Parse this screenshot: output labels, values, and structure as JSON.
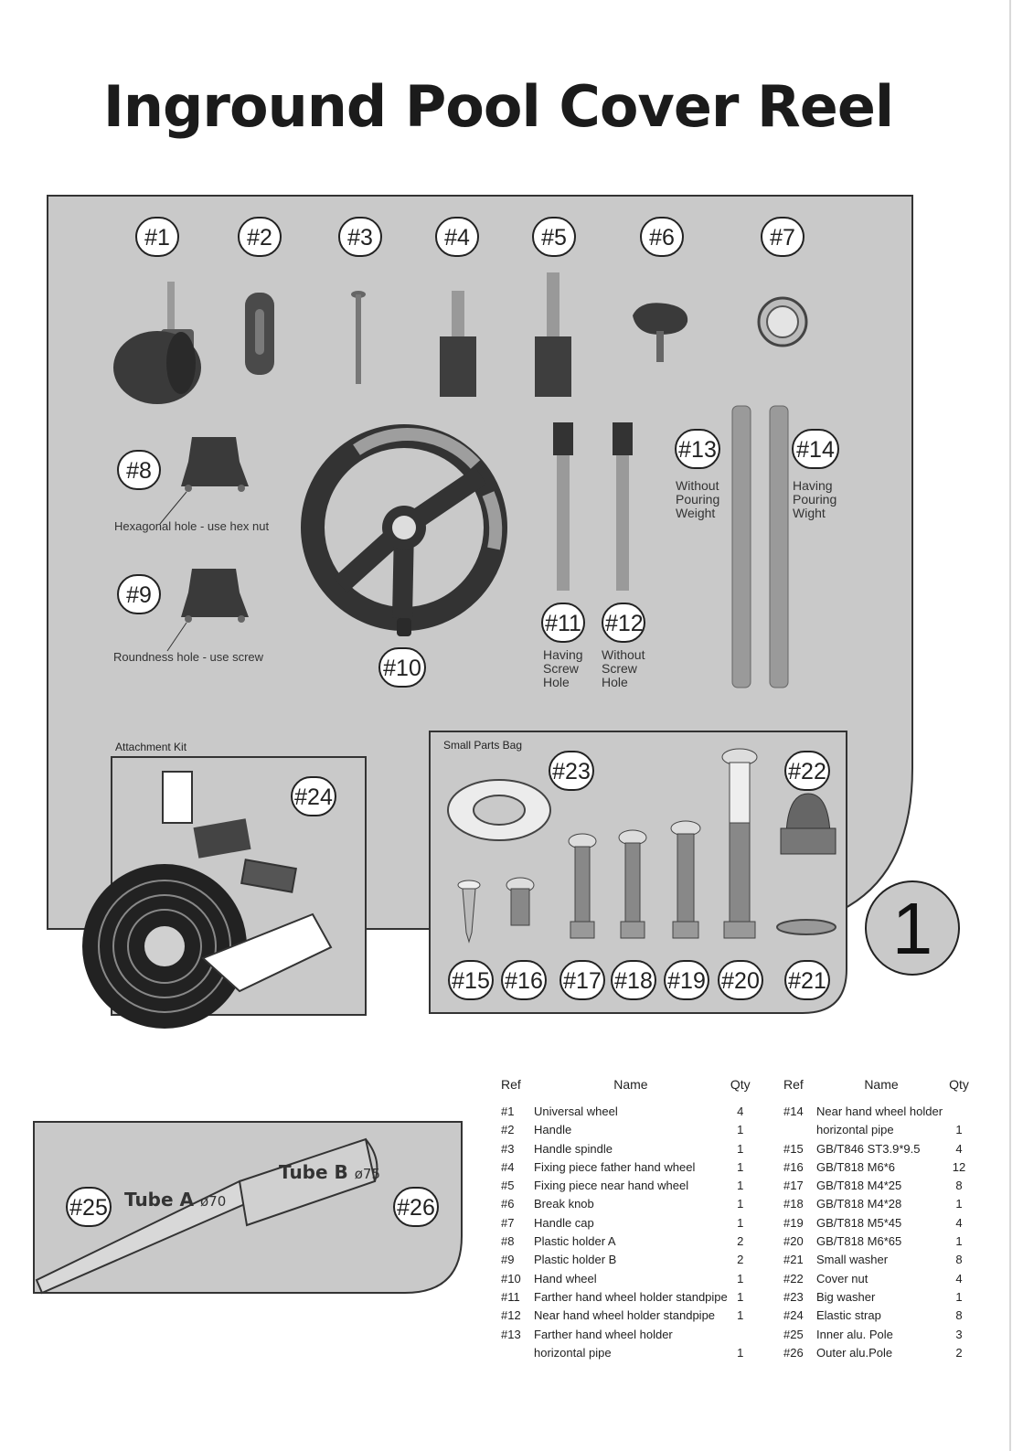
{
  "title": "Inground Pool Cover Reel",
  "page_number": "1",
  "kits": {
    "attachment": "Attachment Kit",
    "small_parts": "Small Parts Bag"
  },
  "refs": {
    "r1": "#1",
    "r2": "#2",
    "r3": "#3",
    "r4": "#4",
    "r5": "#5",
    "r6": "#6",
    "r7": "#7",
    "r8": "#8",
    "r9": "#9",
    "r10": "#10",
    "r11": "#11",
    "r12": "#12",
    "r13": "#13",
    "r14": "#14",
    "r15": "#15",
    "r16": "#16",
    "r17": "#17",
    "r18": "#18",
    "r19": "#19",
    "r20": "#20",
    "r21": "#21",
    "r22": "#22",
    "r23": "#23",
    "r24": "#24",
    "r25": "#25",
    "r26": "#26"
  },
  "captions": {
    "c8": "Hexagonal hole - use hex nut",
    "c9": "Roundness hole - use screw",
    "c11": "Having Screw Hole",
    "c12": "Without Screw Hole",
    "c13": "Without Pouring Weight",
    "c14": "Having Pouring Wight"
  },
  "tubes": {
    "a_label": "Tube A",
    "a_dia": "ø70",
    "b_label": "Tube B",
    "b_dia": "ø75"
  },
  "table": {
    "headers": {
      "ref": "Ref",
      "name": "Name",
      "qty": "Qty"
    },
    "left_rows": [
      {
        "ref": "#1",
        "name": "Universal wheel",
        "qty": "4"
      },
      {
        "ref": "#2",
        "name": "Handle",
        "qty": "1"
      },
      {
        "ref": "#3",
        "name": "Handle spindle",
        "qty": "1"
      },
      {
        "ref": "#4",
        "name": "Fixing piece father hand wheel",
        "qty": "1"
      },
      {
        "ref": "#5",
        "name": "Fixing piece near hand wheel",
        "qty": "1"
      },
      {
        "ref": "#6",
        "name": "Break knob",
        "qty": "1"
      },
      {
        "ref": "#7",
        "name": "Handle cap",
        "qty": "1"
      },
      {
        "ref": "#8",
        "name": "Plastic holder A",
        "qty": "2"
      },
      {
        "ref": "#9",
        "name": "Plastic holder B",
        "qty": "2"
      },
      {
        "ref": "#10",
        "name": "Hand wheel",
        "qty": "1"
      },
      {
        "ref": "#11",
        "name": "Farther hand wheel holder standpipe",
        "qty": "1"
      },
      {
        "ref": "#12",
        "name": "Near hand wheel holder standpipe",
        "qty": "1"
      },
      {
        "ref": "#13",
        "name": "Farther hand wheel holder",
        "qty": ""
      },
      {
        "ref": "",
        "name": "horizontal pipe",
        "qty": "1"
      }
    ],
    "right_rows": [
      {
        "ref": "#14",
        "name": "Near hand wheel holder",
        "qty": ""
      },
      {
        "ref": "",
        "name": "horizontal pipe",
        "qty": "1"
      },
      {
        "ref": "#15",
        "name": "GB/T846 ST3.9*9.5",
        "qty": "4"
      },
      {
        "ref": "#16",
        "name": "GB/T818 M6*6",
        "qty": "12"
      },
      {
        "ref": "#17",
        "name": "GB/T818 M4*25",
        "qty": "8"
      },
      {
        "ref": "#18",
        "name": "GB/T818 M4*28",
        "qty": "1"
      },
      {
        "ref": "#19",
        "name": "GB/T818 M5*45",
        "qty": "4"
      },
      {
        "ref": "#20",
        "name": "GB/T818 M6*65",
        "qty": "1"
      },
      {
        "ref": "#21",
        "name": "Small washer",
        "qty": "8"
      },
      {
        "ref": "#22",
        "name": "Cover nut",
        "qty": "4"
      },
      {
        "ref": "#23",
        "name": "Big washer",
        "qty": "1"
      },
      {
        "ref": "#24",
        "name": "Elastic strap",
        "qty": "8"
      },
      {
        "ref": "#25",
        "name": "Inner alu. Pole",
        "qty": "3"
      },
      {
        "ref": "#26",
        "name": "Outer alu.Pole",
        "qty": "2"
      }
    ]
  },
  "colors": {
    "panel_gray": "#c9c9c9",
    "part_dark": "#3a3a3a",
    "part_mid": "#8a8a8a",
    "outline": "#222222"
  }
}
